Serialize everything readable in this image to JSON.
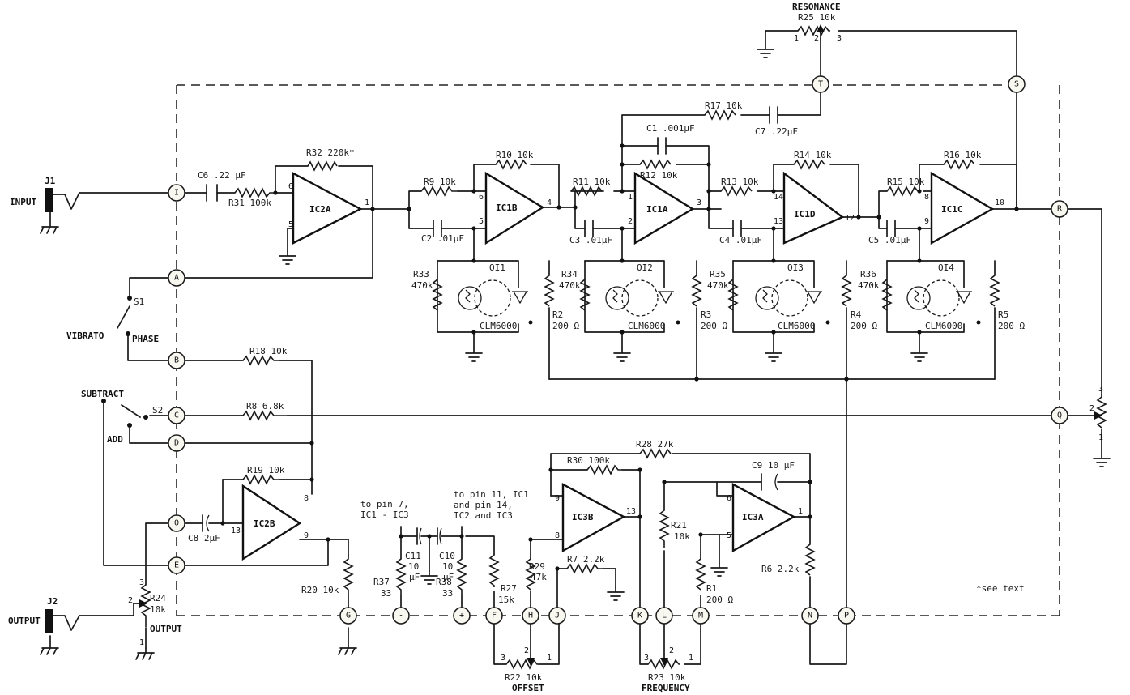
{
  "diagram": {
    "footnote": "*see text",
    "jacks": {
      "j1": "J1",
      "j1_label": "INPUT",
      "j2": "J2",
      "j2_label": "OUTPUT"
    },
    "switches": {
      "s1": "S1",
      "s1_a": "VIBRATO",
      "s1_b": "PHASE",
      "s2": "S2",
      "s2_a": "SUBTRACT",
      "s2_b": "ADD"
    },
    "terminals": {
      "I": "I",
      "A": "A",
      "B": "B",
      "C": "C",
      "D": "D",
      "O": "O",
      "E": "E",
      "G": "G",
      "minus": "-",
      "plus": "+",
      "F": "F",
      "H": "H",
      "J": "J",
      "K": "K",
      "L": "L",
      "M": "M",
      "N": "N",
      "P": "P",
      "Q": "Q",
      "R": "R",
      "S": "S",
      "T": "T"
    },
    "opamps": {
      "ic2a": "IC2A",
      "ic1b": "IC1B",
      "ic1a": "IC1A",
      "ic1d": "IC1D",
      "ic1c": "IC1C",
      "ic2b": "IC2B",
      "ic3b": "IC3B",
      "ic3a": "IC3A"
    },
    "pins": {
      "ic2a": [
        "6",
        "5",
        "1"
      ],
      "ic1b": [
        "6",
        "5",
        "4"
      ],
      "ic1a": [
        "1",
        "2",
        "3"
      ],
      "ic1d": [
        "14",
        "13",
        "12"
      ],
      "ic1c": [
        "8",
        "9",
        "10"
      ],
      "ic2b": [
        "8",
        "9",
        "13"
      ],
      "ic3b": [
        "9",
        "8",
        "13"
      ],
      "ic3a": [
        "6",
        "5",
        "1"
      ]
    },
    "components": {
      "c6": "C6 .22 µF",
      "r31": "R31 100k",
      "r32": "R32 220k*",
      "r9": "R9 10k",
      "r10": "R10 10k",
      "c2": "C2 .01µF",
      "r11": "R11 10k",
      "r12": "R12 10k",
      "c1": "C1 .001µF",
      "c3": "C3 .01µF",
      "r17": "R17 10k",
      "c7": "C7 .22µF",
      "r13": "R13 10k",
      "r14": "R14 10k",
      "c4": "C4 .01µF",
      "r15": "R15 10k",
      "r16": "R16 10k",
      "c5": "C5 .01µF",
      "r33": "R33",
      "r33v": "470k",
      "r34": "R34",
      "r34v": "470k",
      "r35": "R35",
      "r35v": "470k",
      "r36": "R36",
      "r36v": "470k",
      "r2": "R2",
      "r2v": "200 Ω",
      "r3": "R3",
      "r3v": "200 Ω",
      "r4": "R4",
      "r4v": "200 Ω",
      "r5": "R5",
      "r5v": "200 Ω",
      "oi1": "OI1",
      "oi2": "OI2",
      "oi3": "OI3",
      "oi4": "OI4",
      "clm": "CLM6000",
      "r18": "R18 10k",
      "r8": "R8 6.8k",
      "r19": "R19 10k",
      "c8": "C8 2µF",
      "r20": "R20 10k",
      "r24": "R24",
      "r24v": "10k",
      "r24l": "OUTPUT",
      "r37": "R37",
      "r37v": "33",
      "r38": "R38",
      "r38v": "33",
      "c11": "C11",
      "c10": "C10",
      "c_val": "10",
      "c_unit": "µF",
      "r27": "R27",
      "r27v": "15k",
      "r29": "R29",
      "r29v": "47k",
      "r7": "R7 2.2k",
      "r30": "R30 100k",
      "r28": "R28 27k",
      "r21": "R21",
      "r21v": "10k",
      "r1": "R1",
      "r1v": "200 Ω",
      "r6": "R6 2.2k",
      "c9": "C9 10 µF",
      "r22": "R22 10k",
      "r22l": "OFFSET",
      "r23": "R23 10k",
      "r23l": "FREQUENCY",
      "r25": "R25 10k",
      "r25l": "RESONANCE",
      "note_pin7_a": "to pin 7,",
      "note_pin7_b": "IC1 - IC3",
      "note_pin11_a": "to pin 11, IC1",
      "note_pin11_b": "and pin 14,",
      "note_pin11_c": "IC2 and IC3"
    },
    "pot_pins": {
      "p1": "1",
      "p2": "2",
      "p3": "3"
    }
  }
}
